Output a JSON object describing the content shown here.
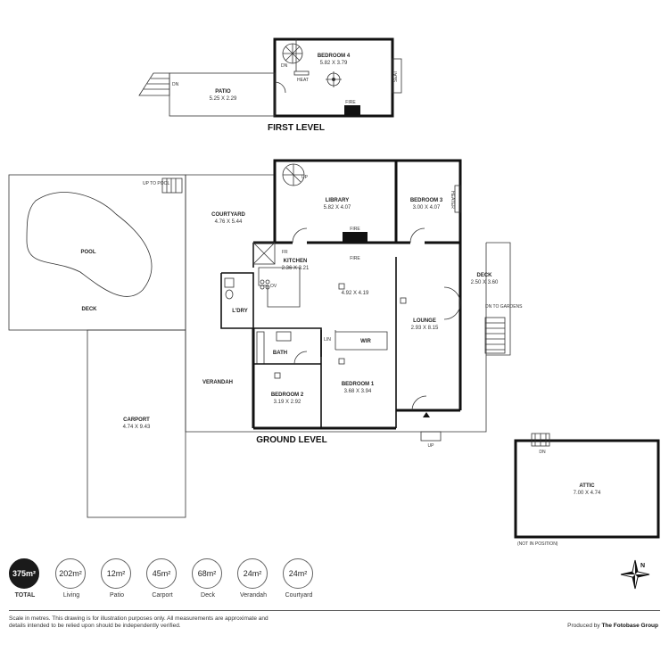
{
  "levels": {
    "first": "FIRST LEVEL",
    "ground": "GROUND LEVEL"
  },
  "rooms": {
    "bedroom4": {
      "label": "BEDROOM 4",
      "dims": "5.82 X 3.79"
    },
    "patio": {
      "label": "PATIO",
      "dims": "5.25 X 2.29"
    },
    "library": {
      "label": "LIBRARY",
      "dims": "5.82 X 4.07"
    },
    "bedroom3": {
      "label": "BEDROOM 3",
      "dims": "3.00 X 4.07"
    },
    "courtyard": {
      "label": "COURTYARD",
      "dims": "4.76 X 5.44"
    },
    "kitchen": {
      "label": "KITCHEN",
      "dims": "2.36 X 3.21"
    },
    "living": {
      "label": "",
      "dims": "4.92 X 4.19"
    },
    "deck_right": {
      "label": "DECK",
      "dims": "2.50 X 3.60"
    },
    "lounge": {
      "label": "LOUNGE",
      "dims": "2.93 X 8.15"
    },
    "pool": {
      "label": "POOL"
    },
    "deck_left": {
      "label": "DECK"
    },
    "laundry": {
      "label": "L'DRY"
    },
    "bath": {
      "label": "BATH"
    },
    "wir": {
      "label": "WIR"
    },
    "lin": {
      "label": "LIN"
    },
    "verandah": {
      "label": "VERANDAH"
    },
    "bedroom2": {
      "label": "BEDROOM 2",
      "dims": "3.19 X 2.92"
    },
    "bedroom1": {
      "label": "BEDROOM 1",
      "dims": "3.68 X 3.94"
    },
    "carport": {
      "label": "CARPORT",
      "dims": "4.74 X 9.43"
    },
    "attic": {
      "label": "ATTIC",
      "dims": "7.00 X 4.74"
    }
  },
  "small_labels": {
    "dn": "DN",
    "heat": "HEAT",
    "fire": "FIRE",
    "seat": "SEAT",
    "up": "UP",
    "up_to_pool": "UP TO POOL",
    "heater": "HEATER",
    "fr": "FR",
    "ov": "OV",
    "dn_to_gardens": "DN TO GARDENS",
    "not_in_position": "(NOT IN POSITION)"
  },
  "stats": [
    {
      "value": "375m²",
      "label": "TOTAL"
    },
    {
      "value": "202m²",
      "label": "Living"
    },
    {
      "value": "12m²",
      "label": "Patio"
    },
    {
      "value": "45m²",
      "label": "Carport"
    },
    {
      "value": "68m²",
      "label": "Deck"
    },
    {
      "value": "24m²",
      "label": "Verandah"
    },
    {
      "value": "24m²",
      "label": "Courtyard"
    }
  ],
  "footer": {
    "disclaimer": "Scale in metres. This drawing is for illustration purposes only. All measurements are approximate and details intended to be relied upon should be independently verified.",
    "produced_by": "Produced by",
    "brand": "The Fotobase Group"
  },
  "compass_letter": "N",
  "colors": {
    "wall": "#111111",
    "line": "#333333",
    "total_fill": "#1a1a1a"
  }
}
